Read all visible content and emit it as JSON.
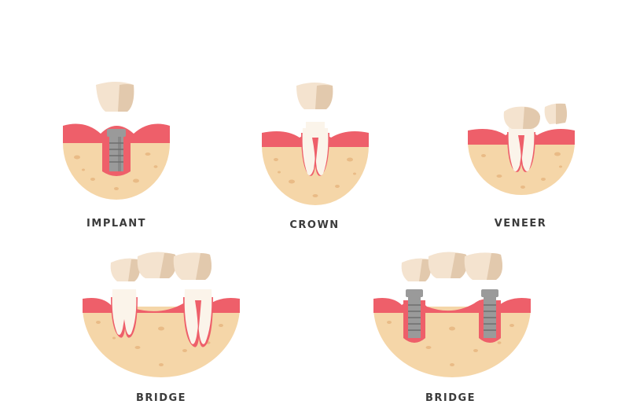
{
  "labels": {
    "implant": "IMPLANT",
    "crown": "CROWN",
    "veneer": "VENEER",
    "bridge_natural": "BRIDGE",
    "bridge_implant": "BRIDGE"
  },
  "colors": {
    "background": "#ffffff",
    "bone": "#f5d6a8",
    "bone_spots": "#e9bb86",
    "gum": "#ee5f6a",
    "gum_light": "#f7b7b3",
    "tooth": "#fbf4ea",
    "tooth_shade": "#e9dccb",
    "crown": "#f4e3cf",
    "crown_shade": "#e2c9ad",
    "implant_metal": "#9a9a9a",
    "implant_dark": "#6e6e6e",
    "text": "#3b3b3b"
  }
}
